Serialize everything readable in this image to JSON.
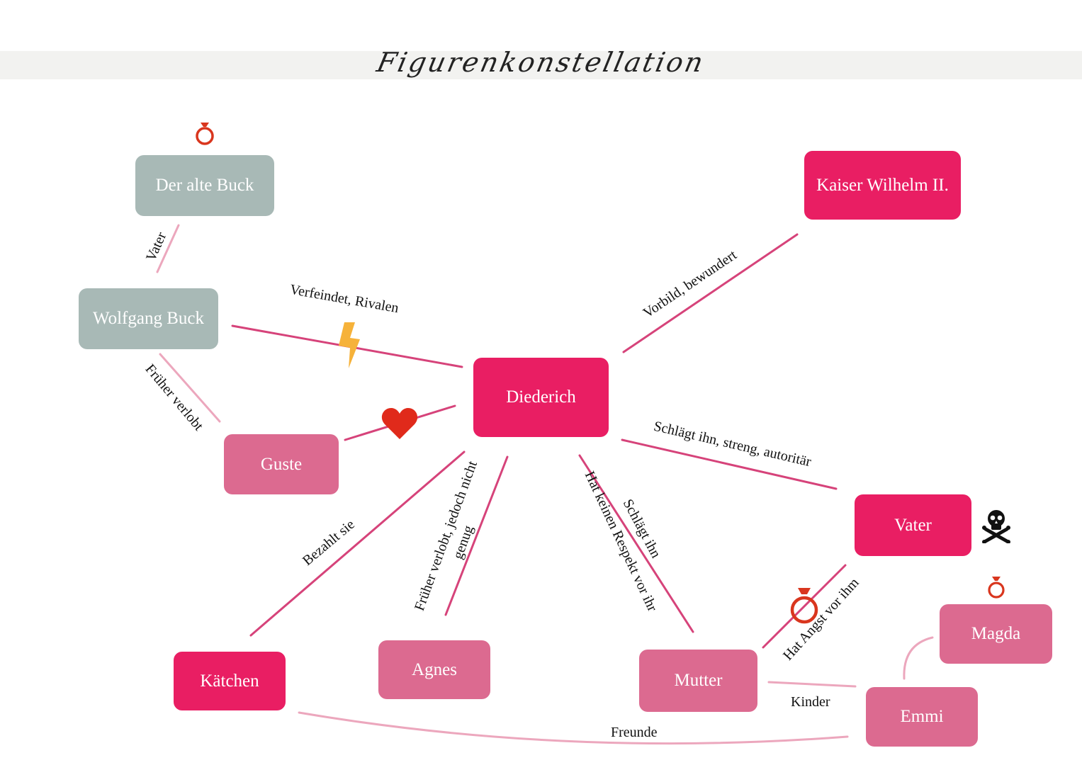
{
  "title": "Figurenkonstellation",
  "colors": {
    "grey": "#a8b9b6",
    "hot_pink": "#e91e63",
    "pink": "#dc6a90",
    "line": "#d6437a",
    "line_light": "#eca7bd"
  },
  "nodes": {
    "alter_buck": "Der alte Buck",
    "wolfgang_buck": "Wolfgang Buck",
    "diederich": "Diederich",
    "kaiser": "Kaiser Wilhelm II.",
    "guste": "Guste",
    "vater": "Vater",
    "magda": "Magda",
    "kaetchen": "Kätchen",
    "agnes": "Agnes",
    "mutter": "Mutter",
    "emmi": "Emmi"
  },
  "relations": {
    "vater_buck": "Vater",
    "verfeindet": "Verfeindet, Rivalen",
    "vorbild": "Vorbild, bewundert",
    "frueher_verlobt_guste": "Früher verlobt",
    "schlaegt_vater": "Schlägt ihn, streng, autoritär",
    "bezahlt": "Bezahlt sie",
    "agnes_line1": "Früher verlobt, jedoch nicht",
    "agnes_line2": "genug",
    "respekt": "Hat keinen Respekt vor ihr",
    "schlaegt_mutter": "Schlägt ihn",
    "angst": "Hat Angst vor ihm",
    "kinder": "Kinder",
    "freunde": "Freunde"
  },
  "icons": {
    "alter_buck": "ring-icon",
    "verfeindet": "lightning-icon",
    "guste": "heart-icon",
    "vater": "skull-crossbones-icon",
    "magda": "ring-icon",
    "mutter_vater": "ring-icon"
  }
}
